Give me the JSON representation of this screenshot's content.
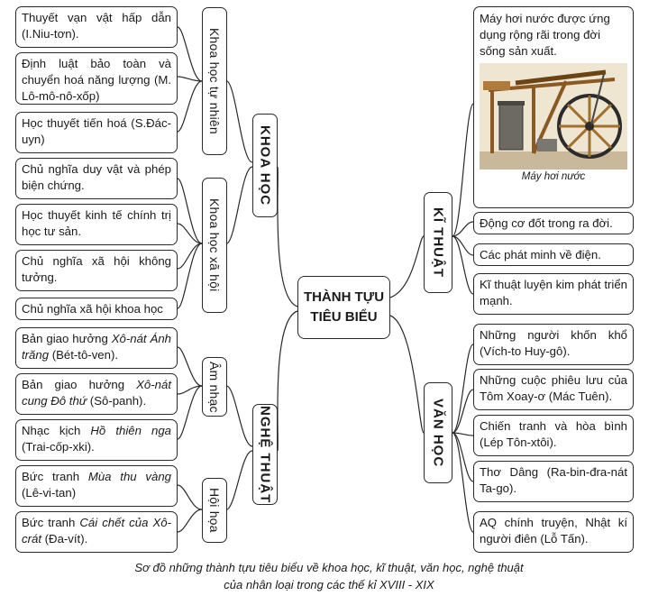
{
  "center": {
    "line1": "THÀNH TỰU",
    "line2": "TIÊU BIỂU"
  },
  "science": {
    "label": "KHOA HỌC",
    "natural": {
      "label": "Khoa học tự nhiên",
      "items": [
        {
          "text": "Thuyết vạn vật hấp dẫn",
          "author": "(I.Niu-tơn)."
        },
        {
          "text": "Định luật bảo toàn và chuyển hoá năng lượng",
          "author": "(M. Lô-mô-nô-xốp)"
        },
        {
          "text": "Học thuyết tiến hoá",
          "author": "(S.Đác-uyn)"
        }
      ]
    },
    "social": {
      "label": "Khoa học xã hội",
      "items": [
        "Chủ nghĩa duy vật và phép biện chứng.",
        "Học thuyết kinh tế chính trị học tư sản.",
        "Chủ nghĩa xã hội không tưởng.",
        "Chủ nghĩa xã hội khoa học"
      ]
    }
  },
  "art": {
    "label": "NGHỆ THUẬT",
    "music": {
      "label": "Âm nhạc",
      "items": [
        {
          "prefix": "Bản giao hưởng ",
          "title": "Xô-nát Ánh trăng",
          "author": " (Bét-tô-ven)."
        },
        {
          "prefix": "Bản giao hưởng ",
          "title": "Xô-nát cung Đô thứ",
          "author": " (Sô-panh)."
        },
        {
          "prefix": "Nhạc kịch ",
          "title": "Hồ thiên nga",
          "author": " (Trai-cốp-xki)."
        }
      ]
    },
    "painting": {
      "label": "Hội họa",
      "items": [
        {
          "prefix": "Bức tranh ",
          "title": "Mùa thu vàng",
          "author": " (Lê-vi-tan)"
        },
        {
          "prefix": "Bức tranh ",
          "title": "Cái chết của Xô-crát",
          "author": " (Đa-vít)."
        }
      ]
    }
  },
  "technology": {
    "label": "KĨ THUẬT",
    "steam": {
      "text": "Máy hơi nước được ứng dụng rộng rãi trong đời sống sản xuất.",
      "caption": "Máy hơi nước"
    },
    "items": [
      "Động cơ đốt trong ra đời.",
      "Các phát minh về điện.",
      "Kĩ thuật luyện kim phát triển mạnh."
    ]
  },
  "literature": {
    "label": "VĂN HỌC",
    "items": [
      "Những người khốn khổ (Vích-to Huy-gô).",
      "Những cuộc phiêu lưu của Tôm Xoay-ơ (Mác Tuên).",
      "Chiến tranh và hòa bình (Lép Tôn-xtôi).",
      "Thơ Dâng (Ra-bin-đra-nát Ta-go).",
      "AQ chính truyện, Nhật kí người điên (Lỗ Tấn)."
    ]
  },
  "caption": {
    "line1": "Sơ đồ những thành tựu tiêu biểu về khoa học, kĩ thuật, văn học, nghệ thuật",
    "line2": "của nhân loại trong các thế kỉ XVIII - XIX"
  },
  "colors": {
    "stroke": "#2a2a2a",
    "wood": "#b07a3a",
    "photo_bg": "#efe6d2"
  }
}
